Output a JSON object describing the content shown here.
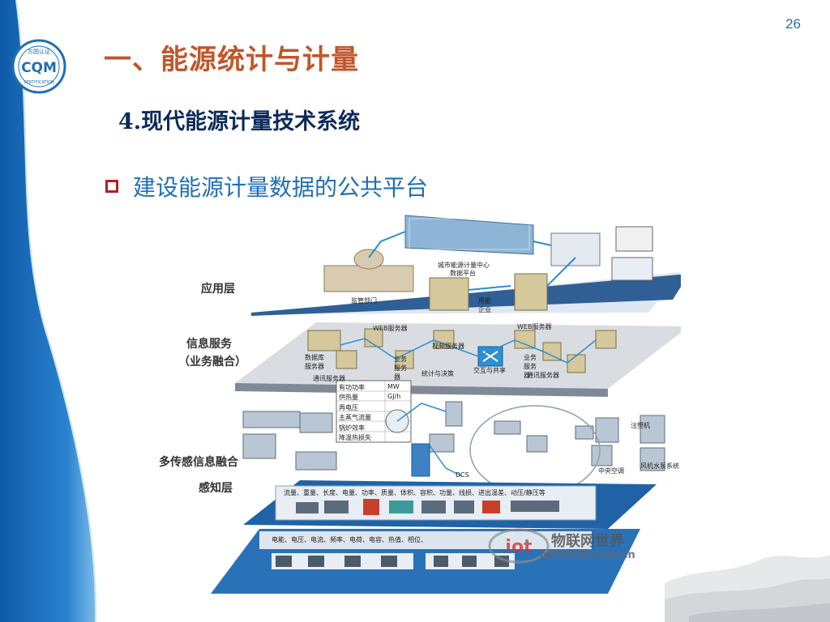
{
  "slide": {
    "page_number": "26",
    "title": "一、能源统计与计量",
    "subtitle": "4.现代能源计量技术系统",
    "bullet": "建设能源计量数据的公共平台"
  },
  "logo": {
    "name": "CQM",
    "top_text": "方圆认证",
    "bottom_text": "CERTIFICATION"
  },
  "diagram": {
    "layers": {
      "application": "应用层",
      "info_service_1": "信息服务",
      "info_service_2": "（业务融合）",
      "multi_sensor": "多传感信息融合",
      "perception": "感知层"
    },
    "labels": {
      "center": "城市能源计量中心",
      "center_sub": "数据平台",
      "regulator": "监管部门",
      "enterprise": "用能企业",
      "db_server": "数据库服务器",
      "web_server_1": "WEB服务器",
      "web_server_2": "WEB服务器",
      "biz_server_1": "业务服务器",
      "biz_server_2": "业务服务器",
      "video_server": "视频服务器",
      "stats": "统计与决策",
      "exchange": "交互与共享",
      "comm_server_1": "通讯服务器",
      "comm_server_2": "通讯服务器",
      "boiler": "注塑机",
      "air": "中央空调",
      "fan": "风机水泵系统",
      "dcs": "DCS"
    },
    "table": [
      [
        "有功功率",
        "MW"
      ],
      [
        "供热量",
        "GJ/h"
      ],
      [
        "再电压",
        ""
      ],
      [
        "主蒸气流量",
        ""
      ],
      [
        "锅炉效率",
        ""
      ],
      [
        "降温热损失",
        ""
      ]
    ],
    "strip_top": "流量、重量、长度、电量、功率、质量、体积、容积、功量、线损、进出温差、动压/静压等",
    "strip_bottom": "电能、电压、电流、频率、电荷、电容、热值、相位、"
  },
  "watermark": {
    "main": "物联网世界",
    "url": "iotworld.com.cn",
    "logo": "iot"
  },
  "colors": {
    "title": "#c0562a",
    "subtitle": "#0b2a5a",
    "bullet_text": "#1f6fb5",
    "bullet_box": "#b51f1f",
    "band": "#1e6fb8"
  }
}
